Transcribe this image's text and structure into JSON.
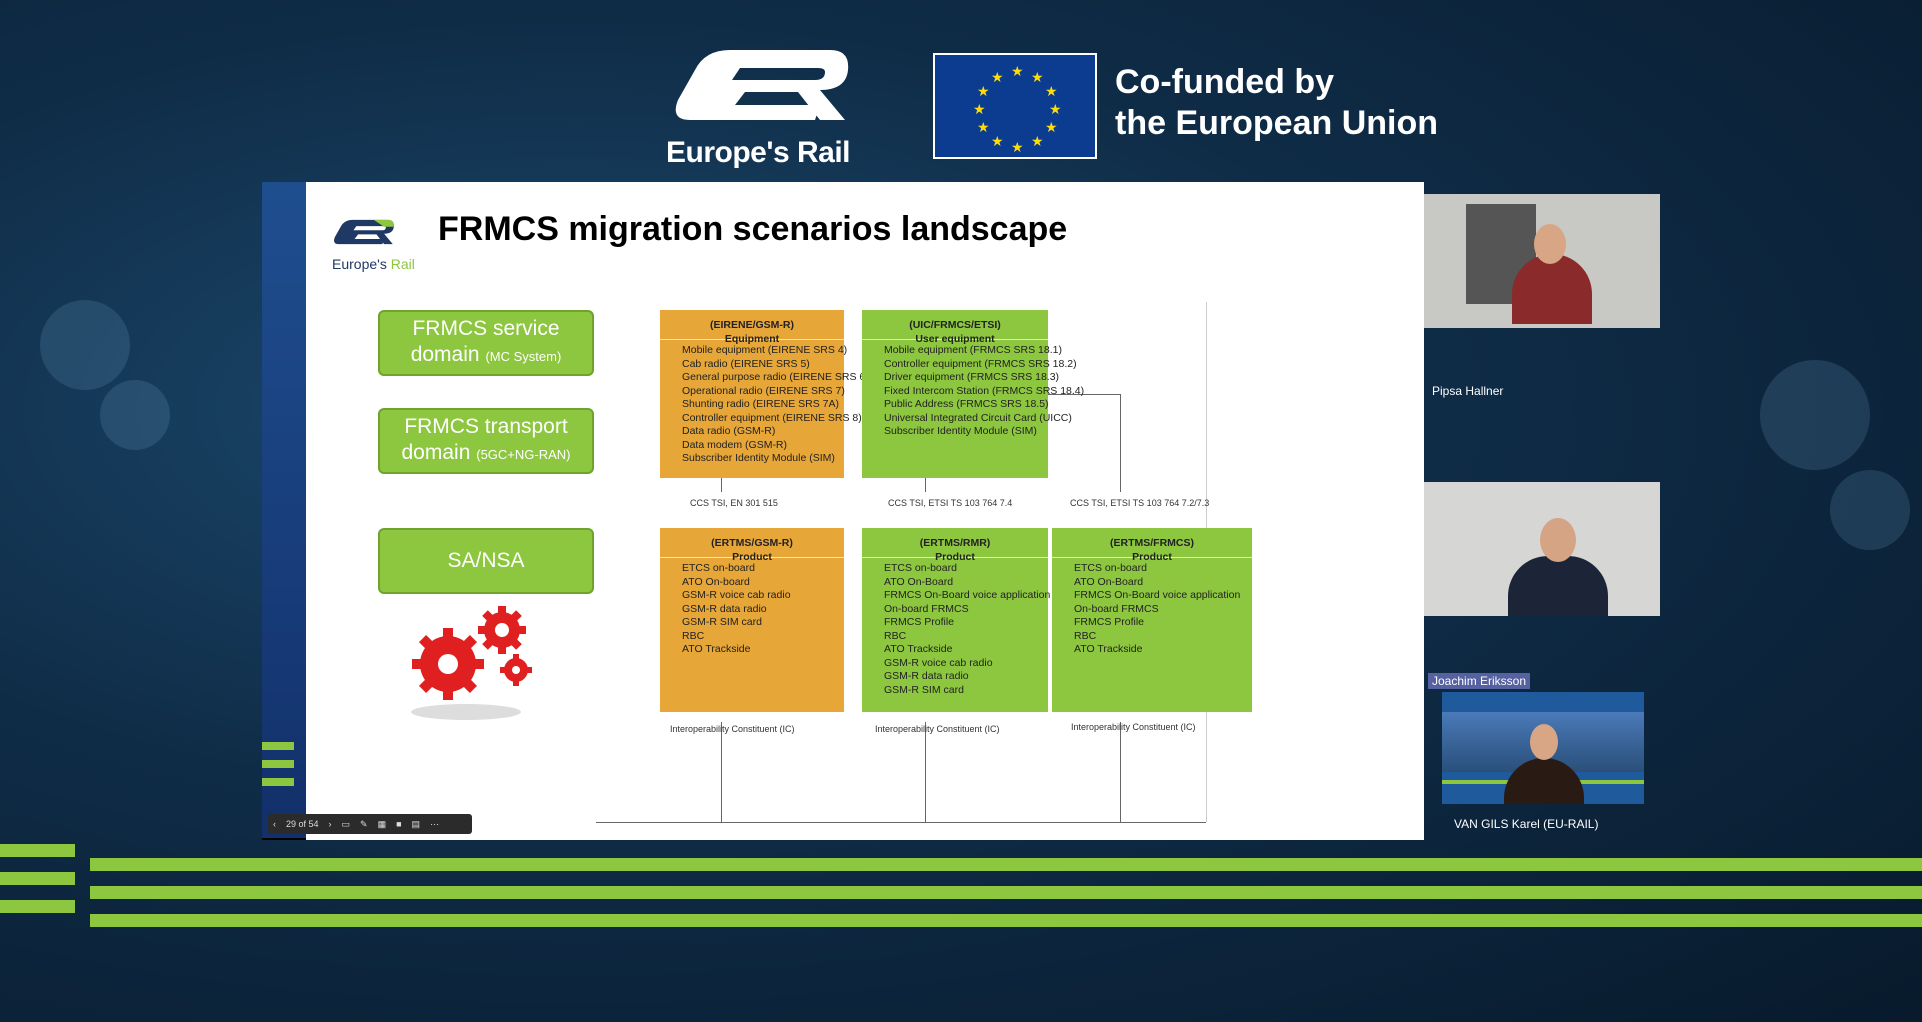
{
  "header": {
    "brand_text": "Europe's Rail",
    "eu_line1": "Co-funded by",
    "eu_line2": "the European Union"
  },
  "slide": {
    "title": "FRMCS migration scenarios landscape",
    "logo_text_a": "Europe's ",
    "logo_text_b": "Rail",
    "left_buttons": [
      {
        "line1": "FRMCS service",
        "line2": "domain",
        "small": "(MC System)"
      },
      {
        "line1": "FRMCS transport",
        "line2": "domain",
        "small": "(5GC+NG-RAN)"
      },
      {
        "line1": "SA/NSA"
      }
    ],
    "boxes": {
      "eirene": {
        "title1": "(EIRENE/GSM-R)",
        "title2": "Equipment",
        "items": [
          "Mobile equipment (EIRENE SRS 4)",
          "Cab radio (EIRENE SRS 5)",
          "General purpose radio (EIRENE SRS 6)",
          "Operational radio (EIRENE SRS 7)",
          "Shunting radio (EIRENE SRS 7A)",
          "Controller equipment (EIRENE SRS 8)",
          "Data radio (GSM-R)",
          "Data modem (GSM-R)",
          "Subscriber Identity Module (SIM)"
        ]
      },
      "uic": {
        "title1": "(UIC/FRMCS/ETSI)",
        "title2": "User equipment",
        "items": [
          "Mobile equipment (FRMCS SRS 18.1)",
          "Controller equipment (FRMCS SRS 18.2)",
          "Driver equipment (FRMCS SRS 18.3)",
          "Fixed Intercom Station (FRMCS SRS 18.4)",
          "Public Address (FRMCS SRS 18.5)",
          "Universal Integrated Circuit Card (UICC)",
          "Subscriber Identity Module (SIM)"
        ]
      },
      "ertms_gsmr": {
        "title1": "(ERTMS/GSM-R)",
        "title2": "Product",
        "items": [
          "ETCS on-board",
          "ATO On-board",
          "GSM-R voice cab radio",
          "GSM-R data radio",
          "GSM-R SIM card",
          "RBC",
          "ATO Trackside"
        ]
      },
      "ertms_rmr": {
        "title1": "(ERTMS/RMR)",
        "title2": "Product",
        "items": [
          "ETCS on-board",
          "ATO On-Board",
          "FRMCS On-Board voice application",
          "On-board FRMCS",
          "FRMCS Profile",
          "RBC",
          "ATO Trackside",
          "GSM-R voice cab radio",
          "GSM-R data radio",
          "GSM-R SIM card"
        ]
      },
      "ertms_frmcs": {
        "title1": "(ERTMS/FRMCS)",
        "title2": "Product",
        "items": [
          "ETCS on-board",
          "ATO On-Board",
          "FRMCS On-Board voice application",
          "On-board FRMCS",
          "FRMCS Profile",
          "RBC",
          "ATO Trackside"
        ]
      }
    },
    "labels": {
      "l1": "CCS TSI, EN 301 515",
      "l2": "CCS TSI, ETSI TS 103 764 7.4",
      "l3": "CCS TSI, ETSI TS 103 764 7.2/7.3",
      "ic": "Interoperability Constituent (IC)"
    }
  },
  "toolbar": {
    "page": "29 of 54"
  },
  "participants": [
    {
      "name": "Pipsa Hallner"
    },
    {
      "name": "Joachim Eriksson"
    },
    {
      "name": "VAN GILS Karel (EU-RAIL)"
    }
  ]
}
